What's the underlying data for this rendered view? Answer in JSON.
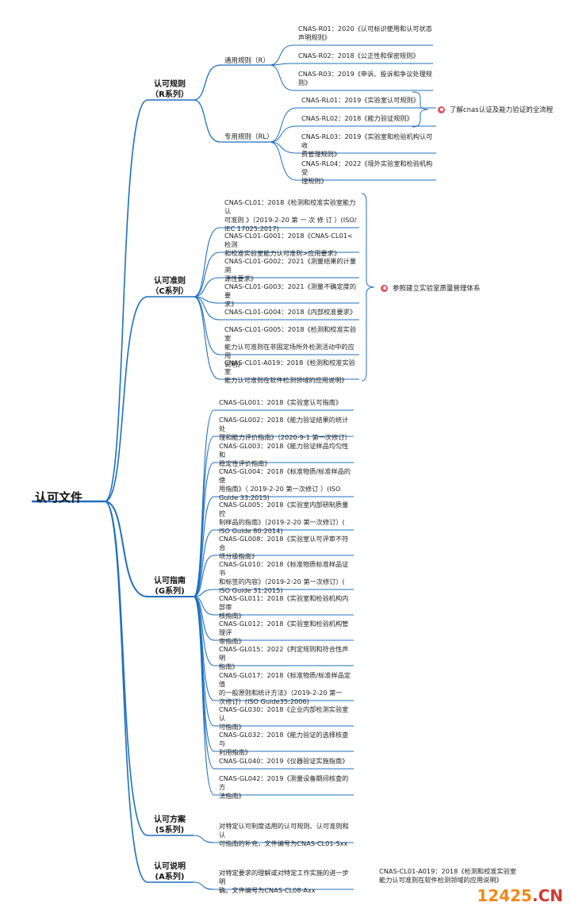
{
  "root": "认可文件",
  "branches": {
    "r": {
      "label": "认可规则",
      "sub": "（R系列）"
    },
    "c": {
      "label": "认可准则",
      "sub": "（C系列）"
    },
    "g": {
      "label": "认可指南",
      "sub": "(G系列)"
    },
    "s": {
      "label": "认可方案",
      "sub": "(S系列)"
    },
    "a": {
      "label": "认可说明",
      "sub": "(A系列)"
    }
  },
  "r_groups": {
    "general": "通用规则（R）",
    "special": "专用规则（RL）"
  },
  "r_general": [
    [
      "CNAS-R01：2020《认可标识使用和认可状态",
      "声明规则》"
    ],
    [
      "CNAS-R02：2018《公正性和保密规则》"
    ],
    [
      "CNAS-R03：2019《申诉、投诉和争议处理规",
      "则》"
    ]
  ],
  "r_special": [
    [
      "CNAS-RL01：2019《实验室认可规则》"
    ],
    [
      "CNAS-RL02：2018《能力验证规则》"
    ],
    [
      "CNAS-RL03：2019《实验室和检验机构认可收",
      "费管理规则》"
    ],
    [
      "CNAS-RL04：2022《境外实验室和检验机构受",
      "理规则》"
    ]
  ],
  "notes": {
    "r": "了解cnas认证及能力验证的全流程",
    "c": "参照建立实验室质量管理体系"
  },
  "c_items": [
    [
      "CNAS-CL01：2018《检测和校准实验室能力认",
      "可准则 》（2019-2-20 第 一 次 修 订 ）(ISO/",
      "IEC 17025:2017)"
    ],
    [
      "CNAS-CL01-G001：2018《CNAS-CL01<检测",
      "和校准实验室能力认可准则>应用要求》"
    ],
    [
      "CNAS-CL01-G002：2021《测量结果的计量溯",
      "源性要求》"
    ],
    [
      "CNAS-CL01-G003：2021《测量不确定度的要",
      "求》"
    ],
    [
      "CNAS-CL01-G004：2018《内部校准要求》"
    ],
    [
      "CNAS-CL01-G005：2018《检测和校准实验室",
      "能力认可准则在非固定场所外检测活动中的应用",
      "说明》"
    ],
    [
      "CNAS-CL01-A019：2018《检测和校准实验室",
      "能力认可准则在软件检测领域的应用说明》"
    ]
  ],
  "g_items": [
    [
      "CNAS-GL001：2018《实验室认可指南》"
    ],
    [
      "CNAS-GL002：2018《能力验证结果的统计处",
      "理和能力评价指南》（2020-9-1 第一次修订）"
    ],
    [
      "CNAS-GL003：2018《能力验证样品均匀性和",
      "稳定性评价指南》"
    ],
    [
      "CNAS-GL004：2018《标准物质/标准样品的使",
      "用指南》（ 2019-2-20 第一次修订 ）(ISO",
      "Guide 33:2015)"
    ],
    [
      "CNAS-GL005：2018《实验室内部研制质量控",
      "制样品的指南》（2019-2-20 第一次修订）(",
      "ISO Guide 80:2014)"
    ],
    [
      "CNAS-GL008：2018《实验室认可评审不符合",
      "项分级指南》"
    ],
    [
      "CNAS-GL010：2018《标准物质标准样品证书",
      "和标签的内容》（2019-2-20 第一次修订）(",
      "ISO Guide 31:2015)"
    ],
    [
      "CNAS-GL011：2018《实验室和检验机构内部审",
      "核指南》"
    ],
    [
      "CNAS-GL012：2018《实验室和检验机构管理评",
      "审指南》"
    ],
    [
      "CNAS-GL015：2022《判定规则和符合性声明",
      "指南》"
    ],
    [
      "CNAS-GL017：2018《标准物质/标准样品定值",
      "的一般原则和统计方法》（2019-2-20 第一",
      "次修订）(ISO Guide35:2006)"
    ],
    [
      "CNAS-GL030：2018《企业内部检测实验室认",
      "可指南》"
    ],
    [
      "CNAS-GL032：2018《能力验证的选择核查与",
      "利用指南》"
    ],
    [
      "CNAS-GL040：2019《仪器验证实施指南》"
    ],
    [
      "CNAS-GL042：2019《测量设备期间核查的方",
      "法指南》"
    ]
  ],
  "s_items": [
    [
      "对特定认可制度适用的认可规则、认可准则和认",
      "可指南的补充，文件编号为CNAS-CL01-Sxx"
    ]
  ],
  "a_items": [
    [
      "对特定要求的理解或对特定工作实施的进一步明",
      "确。文件编号为CNAS-CL08-Axx"
    ]
  ],
  "a_extra": [
    "CNAS-CL01-A019：2018《检测和校准实验室",
    "能力认可准则在软件检测领域的应用说明》"
  ],
  "watermark": {
    "num": "12425",
    "dom": ".CN"
  },
  "colors": {
    "line": "#1f6fbf",
    "accent": "#e0525a"
  }
}
